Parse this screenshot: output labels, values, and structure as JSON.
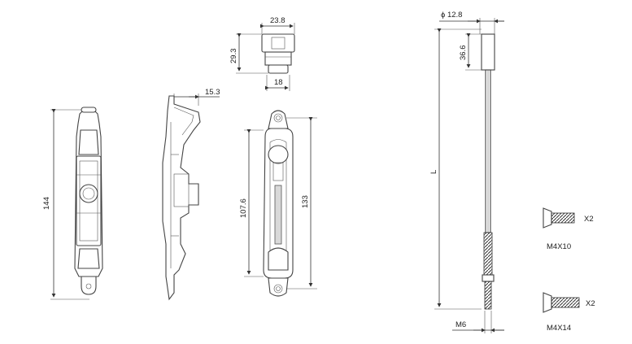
{
  "dimensions": {
    "total_length": "144",
    "offset": "15.3",
    "top_width": "23.8",
    "top_height": "29.3",
    "bottom_width": "18",
    "slot_length": "107.6",
    "hole_spacing": "133",
    "rod_diameter": "ϕ 12.8",
    "rod_cap": "36.6",
    "rod_length": "L",
    "thread": "M6"
  },
  "screws": [
    {
      "label": "M4X10",
      "qty": "X2"
    },
    {
      "label": "M4X14",
      "qty": "X2"
    }
  ]
}
